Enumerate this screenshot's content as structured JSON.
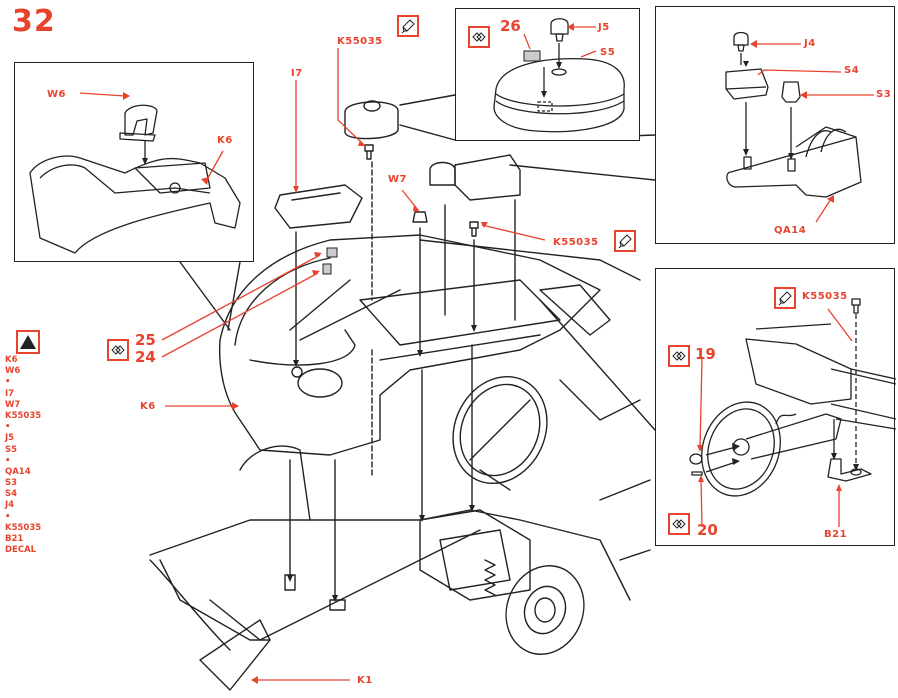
{
  "step_number": "32",
  "legend": {
    "icon": "triangle-warning-icon",
    "items": [
      "K6",
      "W6",
      "•",
      "I7",
      "W7",
      "K55035",
      "•",
      "J5",
      "S5",
      "•",
      "QA14",
      "S3",
      "S4",
      "J4",
      "•",
      "K55035",
      "B21",
      "DECAL"
    ]
  },
  "icons": {
    "glue": "glue-tube-icon",
    "decal": "decal-diamonds-icon"
  },
  "colors": {
    "accent": "#e8432e",
    "line": "#222222",
    "background": "#ffffff"
  },
  "insets": {
    "body_cover": {
      "labels": {
        "w6": "W6",
        "k6": "K6"
      }
    },
    "reservoir": {
      "labels": {
        "decal": "26",
        "j5": "J5",
        "s5": "S5"
      }
    },
    "master_cylinder": {
      "labels": {
        "j4": "J4",
        "s4": "S4",
        "s3": "S3",
        "qa14": "QA14"
      }
    },
    "steering": {
      "labels": {
        "screw": "K55035",
        "decal_19": "19",
        "decal_20": "20",
        "b21": "B21"
      }
    }
  },
  "main": {
    "labels": {
      "k55035_top": "K55035",
      "i7": "I7",
      "w7": "W7",
      "k55035_mid": "K55035",
      "decal_25": "25",
      "decal_24": "24",
      "k6": "K6",
      "k1": "K1"
    }
  }
}
